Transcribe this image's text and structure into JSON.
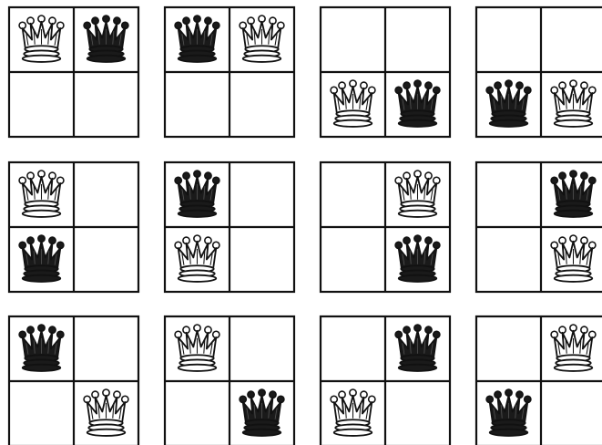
{
  "colors": {
    "background": "#ffffff",
    "grid_line": "#111111",
    "white_queen_fill": "#ffffff",
    "black_queen_fill": "#1a1a1a",
    "outline": "#111111"
  },
  "diagram": {
    "rows": 3,
    "cols": 4,
    "board_size": 2,
    "boards": [
      {
        "queens": [
          {
            "row": 0,
            "col": 0,
            "color": "white"
          },
          {
            "row": 0,
            "col": 1,
            "color": "black"
          }
        ]
      },
      {
        "queens": [
          {
            "row": 0,
            "col": 0,
            "color": "black"
          },
          {
            "row": 0,
            "col": 1,
            "color": "white"
          }
        ]
      },
      {
        "queens": [
          {
            "row": 1,
            "col": 0,
            "color": "white"
          },
          {
            "row": 1,
            "col": 1,
            "color": "black"
          }
        ]
      },
      {
        "queens": [
          {
            "row": 1,
            "col": 0,
            "color": "black"
          },
          {
            "row": 1,
            "col": 1,
            "color": "white"
          }
        ]
      },
      {
        "queens": [
          {
            "row": 0,
            "col": 0,
            "color": "white"
          },
          {
            "row": 1,
            "col": 0,
            "color": "black"
          }
        ]
      },
      {
        "queens": [
          {
            "row": 0,
            "col": 0,
            "color": "black"
          },
          {
            "row": 1,
            "col": 0,
            "color": "white"
          }
        ]
      },
      {
        "queens": [
          {
            "row": 0,
            "col": 1,
            "color": "white"
          },
          {
            "row": 1,
            "col": 1,
            "color": "black"
          }
        ]
      },
      {
        "queens": [
          {
            "row": 0,
            "col": 1,
            "color": "black"
          },
          {
            "row": 1,
            "col": 1,
            "color": "white"
          }
        ]
      },
      {
        "queens": [
          {
            "row": 0,
            "col": 0,
            "color": "black"
          },
          {
            "row": 1,
            "col": 1,
            "color": "white"
          }
        ]
      },
      {
        "queens": [
          {
            "row": 0,
            "col": 0,
            "color": "white"
          },
          {
            "row": 1,
            "col": 1,
            "color": "black"
          }
        ]
      },
      {
        "queens": [
          {
            "row": 0,
            "col": 1,
            "color": "black"
          },
          {
            "row": 1,
            "col": 0,
            "color": "white"
          }
        ]
      },
      {
        "queens": [
          {
            "row": 0,
            "col": 1,
            "color": "white"
          },
          {
            "row": 1,
            "col": 0,
            "color": "black"
          }
        ]
      }
    ]
  }
}
